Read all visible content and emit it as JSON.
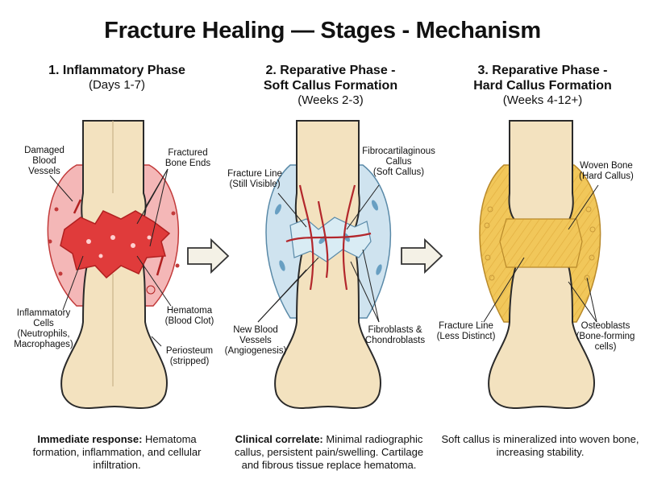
{
  "title": "Fracture Healing — Stages - Mechanism",
  "stages": [
    {
      "title_line1": "1. Inflammatory Phase",
      "title_line2": "",
      "subtitle": "(Days 1-7)",
      "labels": {
        "damaged_vessels": [
          "Damaged",
          "Blood",
          "Vessels"
        ],
        "fractured_ends": [
          "Fractured",
          "Bone Ends"
        ],
        "inflammatory_cells": [
          "Inflammatory",
          "Cells",
          "(Neutrophils,",
          "Macrophages)"
        ],
        "hematoma": [
          "Hematoma",
          "(Blood Clot)"
        ],
        "periosteum": [
          "Periosteum",
          "(stripped)"
        ]
      },
      "caption_bold": "Immediate response:",
      "caption_text": "Hematoma formation, inflammation, and cellular infiltration."
    },
    {
      "title_line1": "2. Reparative Phase -",
      "title_line2": "Soft Callus Formation",
      "subtitle": "(Weeks 2-3)",
      "labels": {
        "fracture_line": [
          "Fracture Line",
          "(Still Visible)"
        ],
        "fibrocartilaginous": [
          "Fibrocartilaginous",
          "Callus",
          "(Soft Callus)"
        ],
        "new_vessels": [
          "New Blood",
          "Vessels",
          "(Angiogenesis)"
        ],
        "fibroblasts": [
          "Fibroblasts &",
          "Chondroblasts"
        ]
      },
      "caption_bold": "Clinical correlate:",
      "caption_text": "Minimal radiographic callus, persistent pain/swelling. Cartilage and fibrous tissue replace hematoma."
    },
    {
      "title_line1": "3. Reparative Phase -",
      "title_line2": "Hard Callus Formation",
      "subtitle": "(Weeks 4-12+)",
      "labels": {
        "woven_bone": [
          "Woven Bone",
          "(Hard Callus)"
        ],
        "fracture_line": [
          "Fracture Line",
          "(Less Distinct)"
        ],
        "osteoblasts": [
          "Osteoblasts",
          "(Bone-forming",
          "cells)"
        ]
      },
      "caption_bold": "",
      "caption_text": "Soft callus is mineralized into woven bone, increasing stability."
    }
  ],
  "colors": {
    "bone": "#f3e2bf",
    "bone_outline": "#2a2a2a",
    "hematoma": "#e03b3b",
    "inflammation": "#f4b7b7",
    "soft_callus": "#cfe3ef",
    "hard_callus": "#f1c75a",
    "vessel": "#b3272c",
    "arrow": "#f4f1e6"
  }
}
